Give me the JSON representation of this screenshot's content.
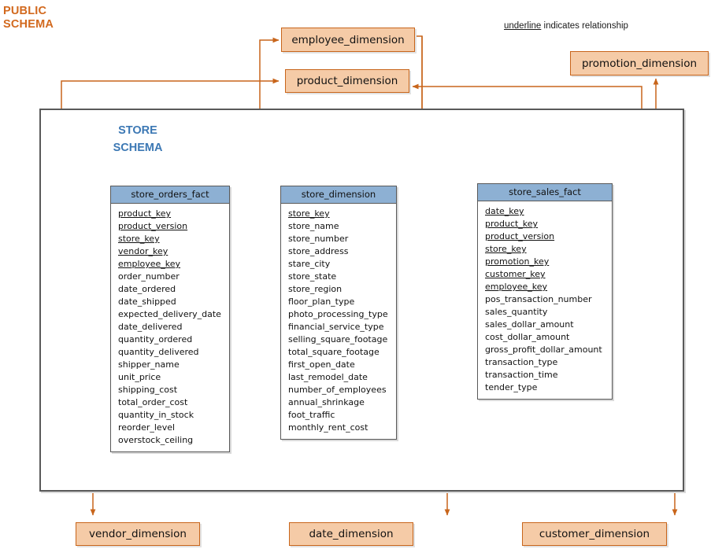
{
  "public_schema_label": "PUBLIC\nSCHEMA",
  "public_schema_line1": "PUBLIC",
  "public_schema_line2": "SCHEMA",
  "legend": {
    "underline_word": "underline",
    "rest": " indicates relationship"
  },
  "store_schema": {
    "title_line1": "STORE",
    "title_line2": "SCHEMA"
  },
  "colors": {
    "public_label": "#D2691E",
    "schema_title": "#3C78B4",
    "table_header": "#8DB0D3",
    "table_border": "#595959",
    "dimension_fill": "#F5CBA7",
    "dimension_border": "#C8651B",
    "relationship_orange": "#C8651B",
    "relationship_blue": "#3F74A8"
  },
  "tables": [
    {
      "name": "store_orders_fact",
      "columns": [
        {
          "name": "product_key",
          "key": true
        },
        {
          "name": "product_version",
          "key": true
        },
        {
          "name": "store_key",
          "key": true
        },
        {
          "name": "vendor_key",
          "key": true
        },
        {
          "name": "employee_key",
          "key": true
        },
        {
          "name": "order_number",
          "key": false
        },
        {
          "name": "date_ordered",
          "key": false
        },
        {
          "name": "date_shipped",
          "key": false
        },
        {
          "name": "expected_delivery_date",
          "key": false
        },
        {
          "name": "date_delivered",
          "key": false
        },
        {
          "name": "quantity_ordered",
          "key": false
        },
        {
          "name": "quantity_delivered",
          "key": false
        },
        {
          "name": "shipper_name",
          "key": false
        },
        {
          "name": "unit_price",
          "key": false
        },
        {
          "name": "shipping_cost",
          "key": false
        },
        {
          "name": "total_order_cost",
          "key": false
        },
        {
          "name": "quantity_in_stock",
          "key": false
        },
        {
          "name": "reorder_level",
          "key": false
        },
        {
          "name": "overstock_ceiling",
          "key": false
        }
      ]
    },
    {
      "name": "store_dimension",
      "columns": [
        {
          "name": "store_key",
          "key": true
        },
        {
          "name": "store_name",
          "key": false
        },
        {
          "name": "store_number",
          "key": false
        },
        {
          "name": "store_address",
          "key": false
        },
        {
          "name": "stare_city",
          "key": false
        },
        {
          "name": "store_state",
          "key": false
        },
        {
          "name": "store_region",
          "key": false
        },
        {
          "name": "floor_plan_type",
          "key": false
        },
        {
          "name": "photo_processing_type",
          "key": false
        },
        {
          "name": "financial_service_type",
          "key": false
        },
        {
          "name": "selling_square_footage",
          "key": false
        },
        {
          "name": "total_square_footage",
          "key": false
        },
        {
          "name": "first_open_date",
          "key": false
        },
        {
          "name": "last_remodel_date",
          "key": false
        },
        {
          "name": "number_of_employees",
          "key": false
        },
        {
          "name": "annual_shrinkage",
          "key": false
        },
        {
          "name": "foot_traffic",
          "key": false
        },
        {
          "name": "monthly_rent_cost",
          "key": false
        }
      ]
    },
    {
      "name": "store_sales_fact",
      "columns": [
        {
          "name": "date_key",
          "key": true
        },
        {
          "name": "product_key",
          "key": true
        },
        {
          "name": "product_version",
          "key": true
        },
        {
          "name": "store_key",
          "key": true
        },
        {
          "name": "promotion_key",
          "key": true
        },
        {
          "name": "customer_key",
          "key": true
        },
        {
          "name": "employee_key",
          "key": true
        },
        {
          "name": "pos_transaction_number",
          "key": false
        },
        {
          "name": "sales_quantity",
          "key": false
        },
        {
          "name": "sales_dollar_amount",
          "key": false
        },
        {
          "name": "cost_dollar_amount",
          "key": false
        },
        {
          "name": "gross_profit_dollar_amount",
          "key": false
        },
        {
          "name": "transaction_type",
          "key": false
        },
        {
          "name": "transaction_time",
          "key": false
        },
        {
          "name": "tender_type",
          "key": false
        }
      ]
    }
  ],
  "external_dimensions": [
    {
      "id": "employee",
      "label": "employee_dimension"
    },
    {
      "id": "product",
      "label": "product_dimension"
    },
    {
      "id": "promotion",
      "label": "promotion_dimension"
    },
    {
      "id": "vendor",
      "label": "vendor_dimension"
    },
    {
      "id": "date",
      "label": "date_dimension"
    },
    {
      "id": "customer",
      "label": "customer_dimension"
    }
  ]
}
